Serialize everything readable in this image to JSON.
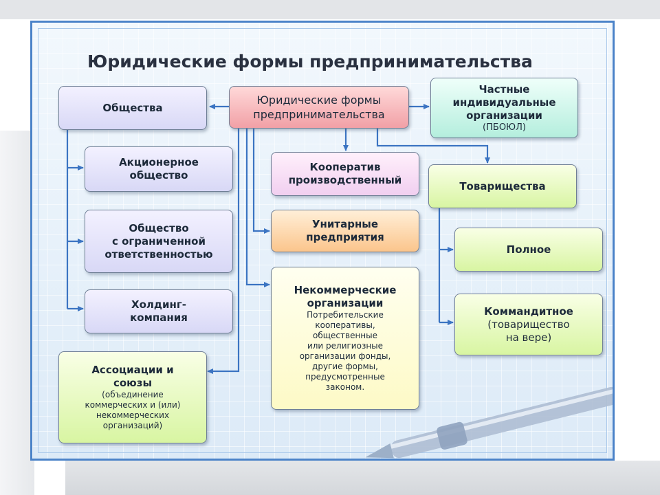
{
  "title": "Юридические формы предпринимательства",
  "colors": {
    "frame": "#4a82c8",
    "line": "#3b74c2",
    "title_text": "#2a3140"
  },
  "boxes": {
    "center": {
      "line1": "Юридические формы",
      "line2": "предпринимательства"
    },
    "societies": {
      "label": "Общества"
    },
    "joint_stock": {
      "line1": "Акционерное",
      "line2": "общество"
    },
    "llc": {
      "line1": "Общество",
      "line2": "с ограниченной",
      "line3": "ответственностью"
    },
    "holding": {
      "line1": "Холдинг-",
      "line2": "компания"
    },
    "associations": {
      "line1": "Ассоциации и",
      "line2": "союзы",
      "sub1": "(объединение",
      "sub2": "коммерческих и (или)",
      "sub3": "некоммерческих",
      "sub4": "организаций)"
    },
    "private": {
      "line1": "Частные",
      "line2": "индивидуальные",
      "line3": "организации",
      "sub": "(ПБОЮЛ)"
    },
    "coop": {
      "line1": "Кооператив",
      "line2": "производственный"
    },
    "unitary": {
      "line1": "Унитарные",
      "line2": "предприятия"
    },
    "nonprofit": {
      "line1": "Некоммерческие",
      "line2": "организации",
      "sub1": "Потребительские",
      "sub2": "кооперативы,",
      "sub3": "общественные",
      "sub4": "или религиозные",
      "sub5": "организации  фонды,",
      "sub6": "другие формы,",
      "sub7": "предусмотренные",
      "sub8": "законом."
    },
    "partnerships": {
      "label": "Товарищества"
    },
    "full": {
      "label": "Полное"
    },
    "limited": {
      "line1": "Коммандитное",
      "line2": "(товарищество",
      "line3": "на вере)"
    }
  }
}
